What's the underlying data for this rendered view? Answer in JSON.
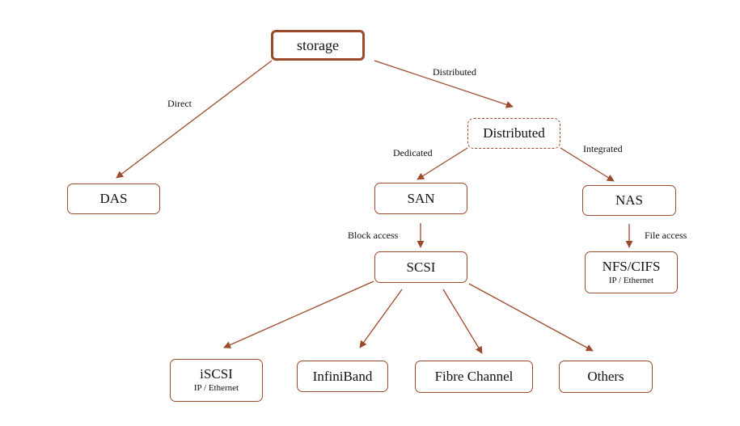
{
  "colors": {
    "stroke": "#9c4a2c",
    "text": "#111111",
    "background": "#ffffff"
  },
  "nodes": {
    "storage": {
      "label": "storage"
    },
    "distributed": {
      "label": "Distributed"
    },
    "das": {
      "label": "DAS"
    },
    "san": {
      "label": "SAN"
    },
    "nas": {
      "label": "NAS"
    },
    "scsi": {
      "label": "SCSI"
    },
    "nfs_cifs": {
      "label": "NFS/CIFS",
      "sub": "IP / Ethernet"
    },
    "iscsi": {
      "label": "iSCSI",
      "sub": "IP / Ethernet"
    },
    "infiniband": {
      "label": "InfiniBand"
    },
    "fibre_channel": {
      "label": "Fibre Channel"
    },
    "others": {
      "label": "Others"
    }
  },
  "edge_labels": {
    "direct": "Direct",
    "distributed": "Distributed",
    "dedicated": "Dedicated",
    "integrated": "Integrated",
    "block_access": "Block access",
    "file_access": "File access"
  }
}
